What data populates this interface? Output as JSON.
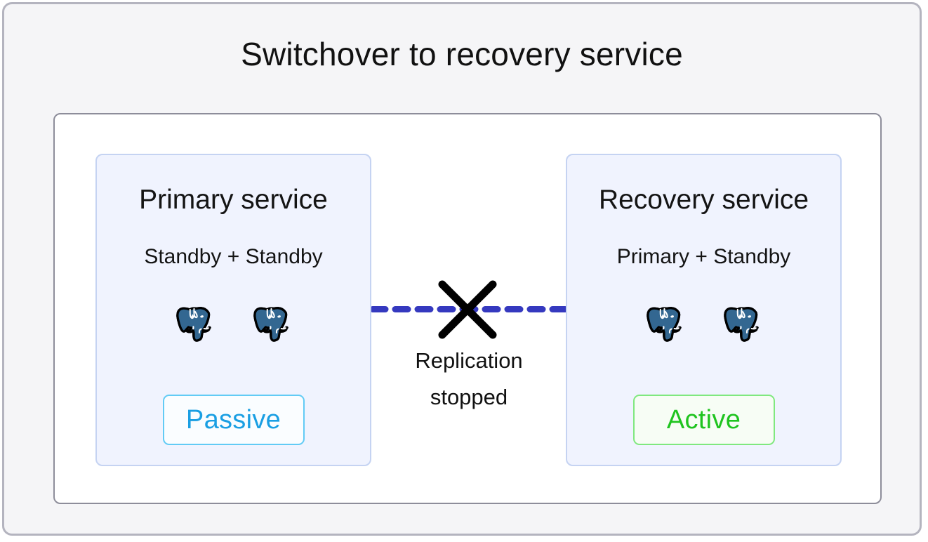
{
  "figure": {
    "title": "Switchover to recovery service",
    "background_color": "#f5f5f7",
    "border_color": "#b4b4bf",
    "card_background": "#ffffff",
    "card_border_color": "#8d8d9a"
  },
  "panels": [
    {
      "id": "primary",
      "title": "Primary service",
      "subtitle": "Standby + Standby",
      "nodes": [
        "postgresql-elephant-icon",
        "postgresql-elephant-icon"
      ],
      "node_count": 2,
      "status": {
        "label": "Passive",
        "text_color": "#1a9fe3",
        "border_color": "#62cbf5",
        "background_color": "#fafdff"
      },
      "background_color": "#f0f3fe",
      "border_color": "#c5d3f2"
    },
    {
      "id": "recovery",
      "title": "Recovery service",
      "subtitle": "Primary + Standby",
      "nodes": [
        "postgresql-elephant-icon",
        "postgresql-elephant-icon"
      ],
      "node_count": 2,
      "status": {
        "label": "Active",
        "text_color": "#1fc41f",
        "border_color": "#80e87f",
        "background_color": "#f7fdf5"
      },
      "background_color": "#f0f3fe",
      "border_color": "#c5d3f2"
    }
  ],
  "connector": {
    "icon": "replication-stopped-cross-icon",
    "line_style": "dashed",
    "line_color": "#3539bf",
    "cross_color": "#000000",
    "label_line_1": "Replication",
    "label_line_2": "stopped"
  },
  "node_icon": {
    "name": "postgresql-elephant-icon",
    "body_color": "#336791",
    "outline_color": "#000000",
    "highlight_color": "#ffffff"
  }
}
